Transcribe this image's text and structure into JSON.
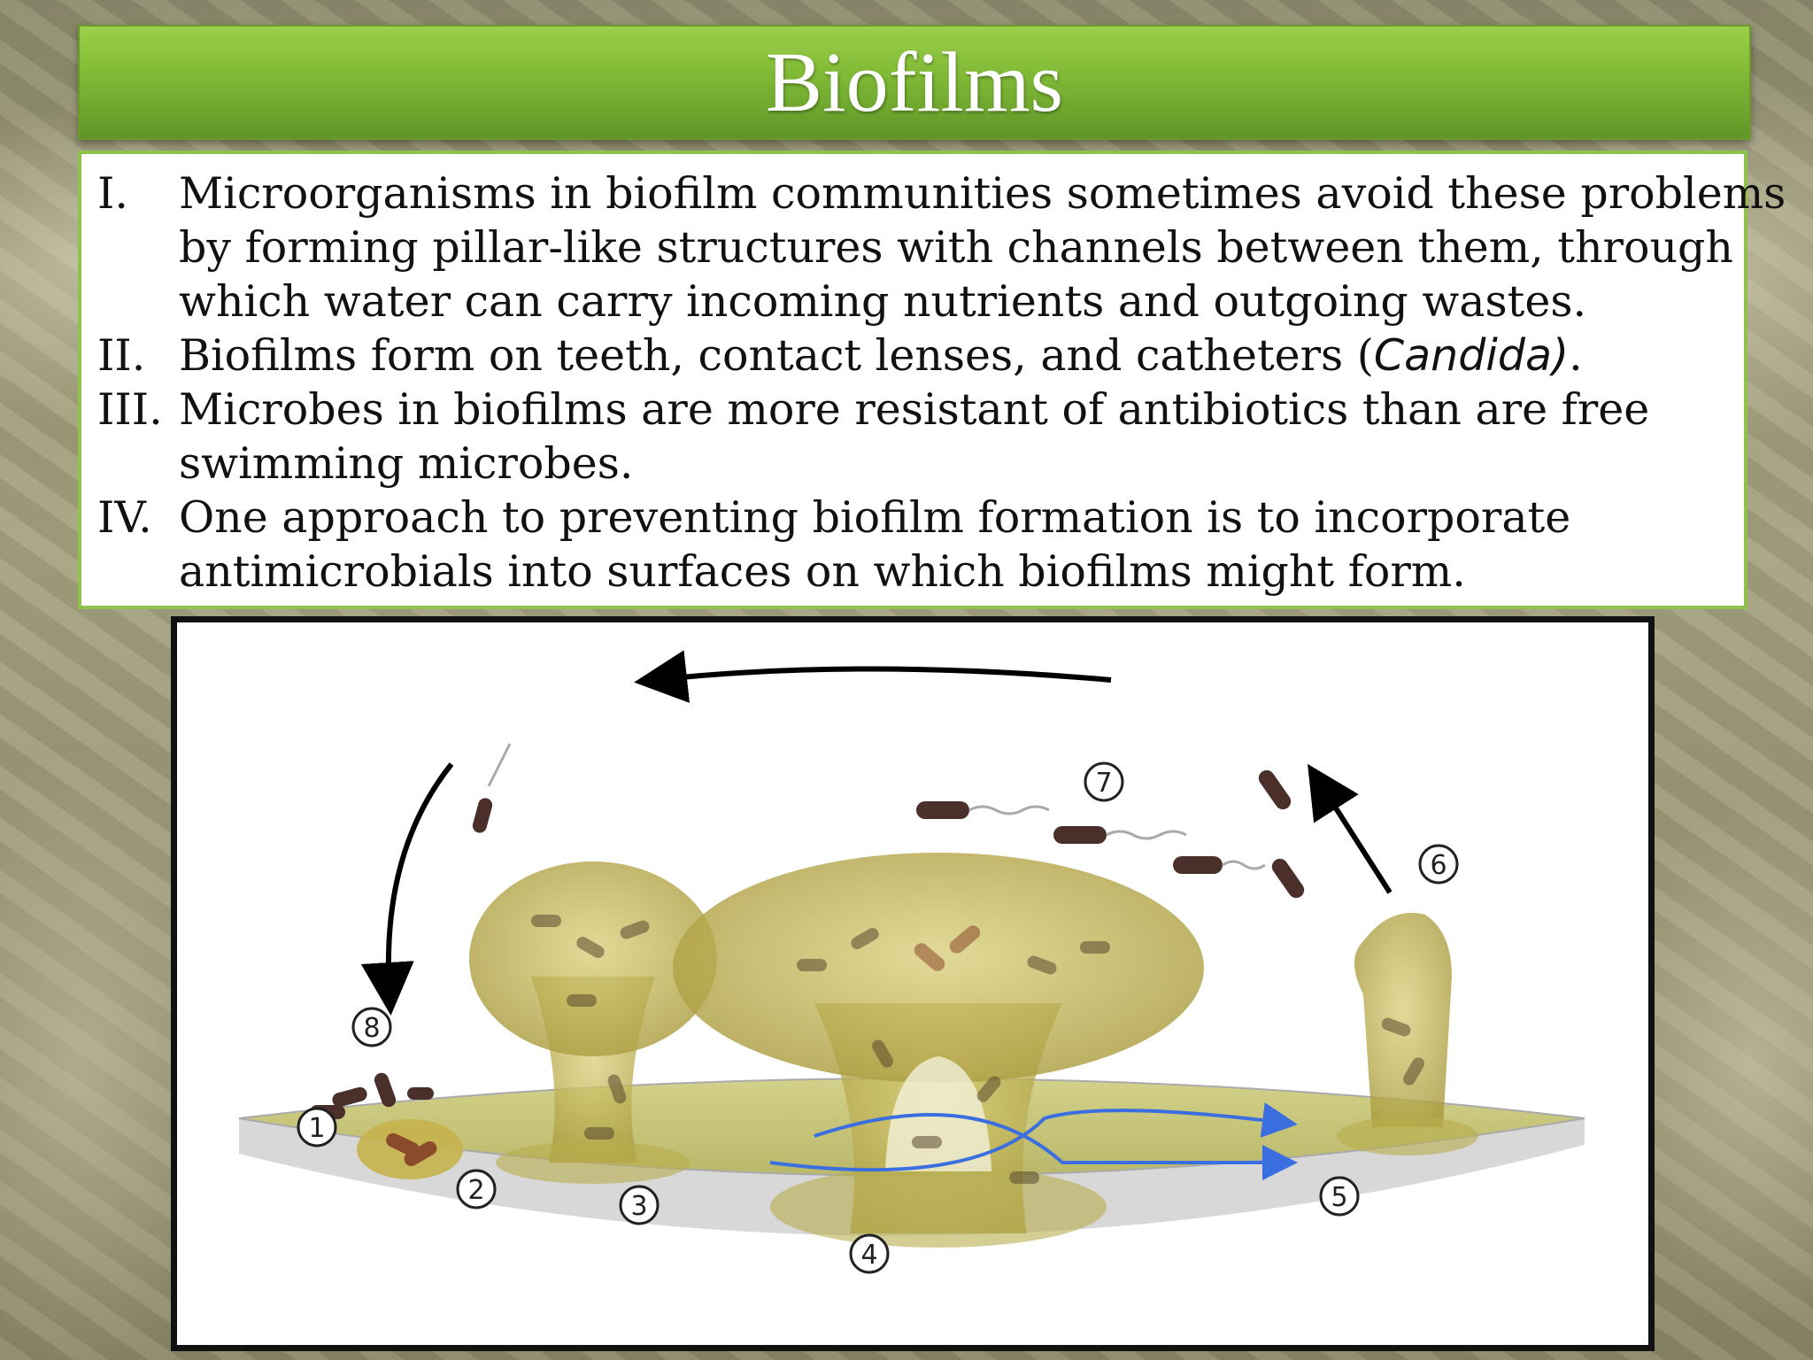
{
  "slide": {
    "title": "Biofilms",
    "items": [
      {
        "numeral": "I.",
        "lines": [
          "Microorganisms in biofilm communities sometimes avoid these problems",
          "by forming pillar-like structures with channels between them, through",
          "which water can carry incoming nutrients and outgoing wastes."
        ]
      },
      {
        "numeral": "II.",
        "text_before": " Biofilms form on teeth, contact lenses, and catheters (",
        "italic": "Candida)",
        "text_after": "."
      },
      {
        "numeral": "III.",
        "lines": [
          " Microbes in biofilms are more resistant of antibiotics than are free",
          "swimming microbes."
        ]
      },
      {
        "numeral": "IV.",
        "lines": [
          " One approach to preventing biofilm formation is to incorporate",
          "antimicrobials into surfaces on which biofilms might form."
        ]
      }
    ]
  },
  "diagram": {
    "stage_labels": [
      "1",
      "2",
      "3",
      "4",
      "5",
      "6",
      "7",
      "8"
    ],
    "colors": {
      "surface": "#c9c779",
      "biofilm": "#c7bd5a",
      "bacteria": "#4a2f2a",
      "flow_arrows": "#3b6fe0",
      "cycle_arrows": "#000000"
    }
  }
}
